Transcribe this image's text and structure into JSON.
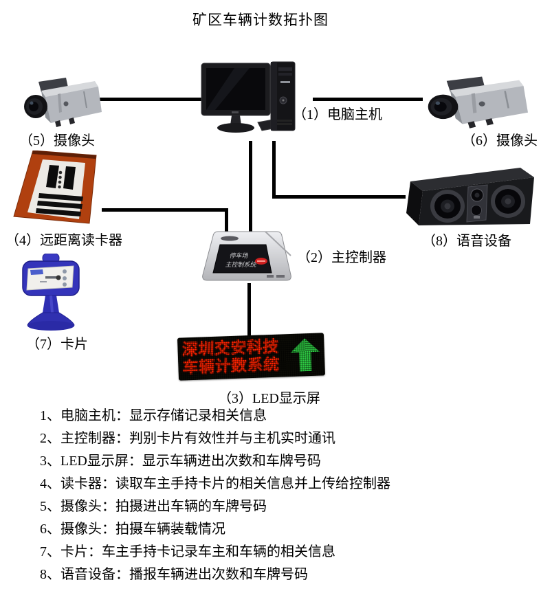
{
  "title": "矿区车辆计数拓扑图",
  "nodes": {
    "computer": {
      "label": "（1）电脑主机"
    },
    "controller": {
      "label": "（2）主控制器",
      "screen": {
        "line1": "停车场",
        "line2": "主控制系统"
      }
    },
    "led_display": {
      "label": "（3）LED显示屏",
      "line1": "深圳交安科技",
      "line2": "车辆计数系统"
    },
    "card_reader": {
      "label": "（4）远距离读卡器"
    },
    "camera_left": {
      "label": "（5）摄像头"
    },
    "camera_right": {
      "label": "（6）摄像头"
    },
    "card": {
      "label": "（7）卡片"
    },
    "speaker": {
      "label": "（8）语音设备"
    }
  },
  "legend": [
    "1、电脑主机：显示存储记录相关信息",
    "2、主控制器：判别卡片有效性并与主机实时通讯",
    "3、LED显示屏：显示车辆进出次数和车牌号码",
    "4、读卡器：读取车主手持卡片的相关信息并上传给控制器",
    "5、摄像头：拍摄进出车辆的车牌号码",
    "6、摄像头：拍摄车辆装载情况",
    "7、卡片：车主手持卡记录车主和车辆的相关信息",
    "8、语音设备：播报车辆进出次数和车牌号码"
  ],
  "icons": {
    "led_arrow": "up-arrow"
  },
  "colors": {
    "connector": "#000000",
    "led_text_red": "#ff2400",
    "led_arrow_green": "#2ecc44",
    "reader_frame_orange": "#b0400f",
    "card_blue": "#3434ba"
  }
}
